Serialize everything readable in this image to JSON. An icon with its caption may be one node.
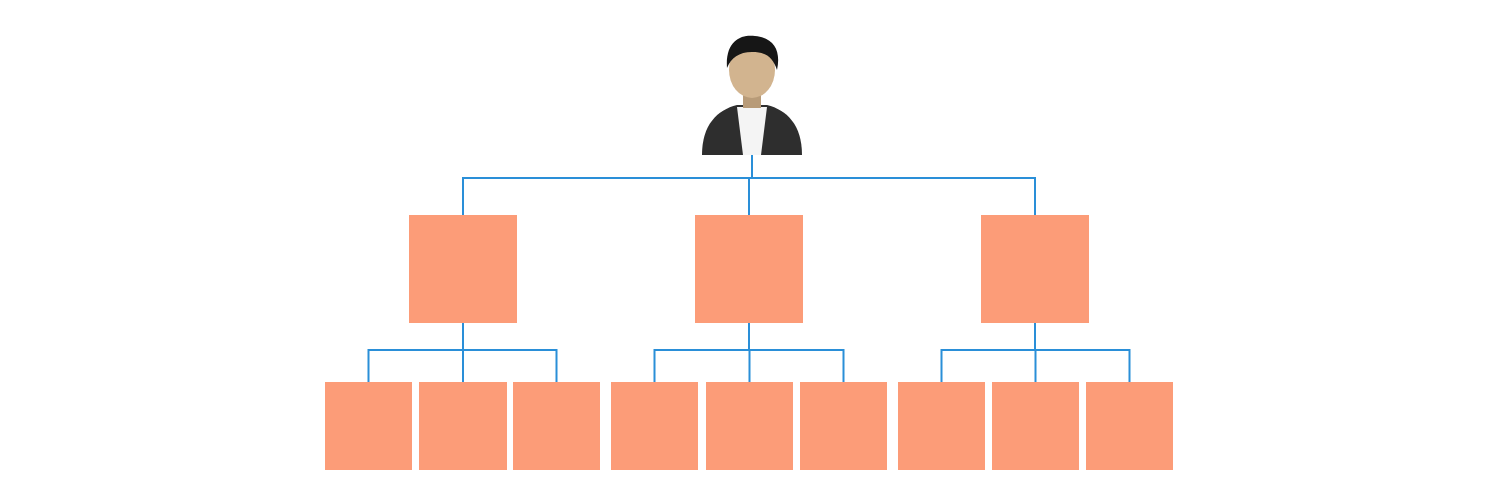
{
  "diagram": {
    "nodes": [
      {
        "text": [],
        "shape": "person"
      },
      {
        "text": [],
        "shape": "box"
      },
      {
        "text": [],
        "shape": "box"
      },
      {
        "text": [],
        "shape": "box"
      },
      {
        "text": [],
        "shape": "box"
      },
      {
        "text": [],
        "shape": "box"
      },
      {
        "text": [],
        "shape": "box"
      },
      {
        "text": [],
        "shape": "box"
      },
      {
        "text": [],
        "shape": "box"
      },
      {
        "text": [],
        "shape": "box"
      },
      {
        "text": [],
        "shape": "box"
      },
      {
        "text": [],
        "shape": "box"
      },
      {
        "text": [],
        "shape": "box"
      }
    ],
    "edges": [
      {
        "from": 0,
        "to": 1,
        "arrow": "none"
      },
      {
        "from": 0,
        "to": 2,
        "arrow": "none"
      },
      {
        "from": 0,
        "to": 3,
        "arrow": "none"
      },
      {
        "from": 1,
        "to": 4,
        "arrow": "none"
      },
      {
        "from": 1,
        "to": 5,
        "arrow": "none"
      },
      {
        "from": 1,
        "to": 6,
        "arrow": "none"
      },
      {
        "from": 2,
        "to": 7,
        "arrow": "none"
      },
      {
        "from": 2,
        "to": 8,
        "arrow": "none"
      },
      {
        "from": 2,
        "to": 9,
        "arrow": "none"
      },
      {
        "from": 3,
        "to": 10,
        "arrow": "none"
      },
      {
        "from": 3,
        "to": 11,
        "arrow": "none"
      },
      {
        "from": 3,
        "to": 12,
        "arrow": "none"
      }
    ]
  }
}
